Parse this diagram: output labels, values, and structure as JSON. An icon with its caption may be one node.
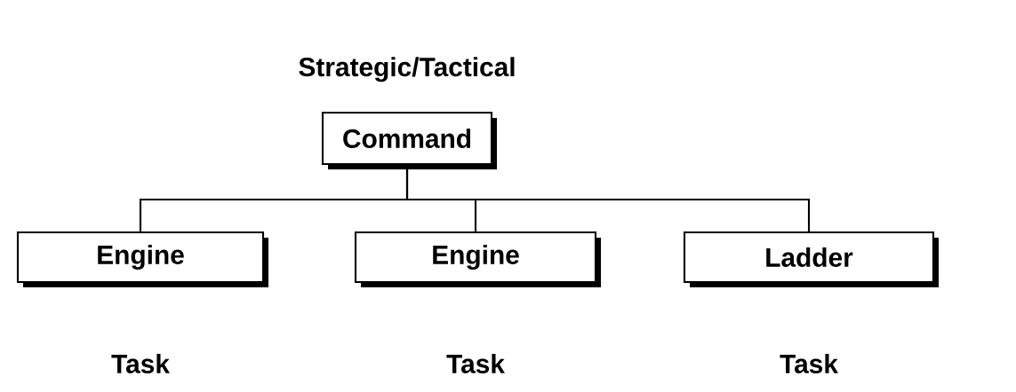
{
  "diagram": {
    "nodes": [
      {
        "text": [
          "Strategic/Tactical",
          "Command"
        ]
      },
      {
        "text": [
          "Engine"
        ],
        "beside": [
          "Task"
        ]
      },
      {
        "text": [
          "Engine"
        ],
        "beside": [
          "Task"
        ]
      },
      {
        "text": [
          "Ladder"
        ],
        "beside": [
          "Task"
        ]
      }
    ],
    "edges": [
      {
        "from": 0,
        "to": 1,
        "arrow": "none"
      },
      {
        "from": 0,
        "to": 2,
        "arrow": "none"
      },
      {
        "from": 0,
        "to": 3,
        "arrow": "none"
      }
    ]
  }
}
